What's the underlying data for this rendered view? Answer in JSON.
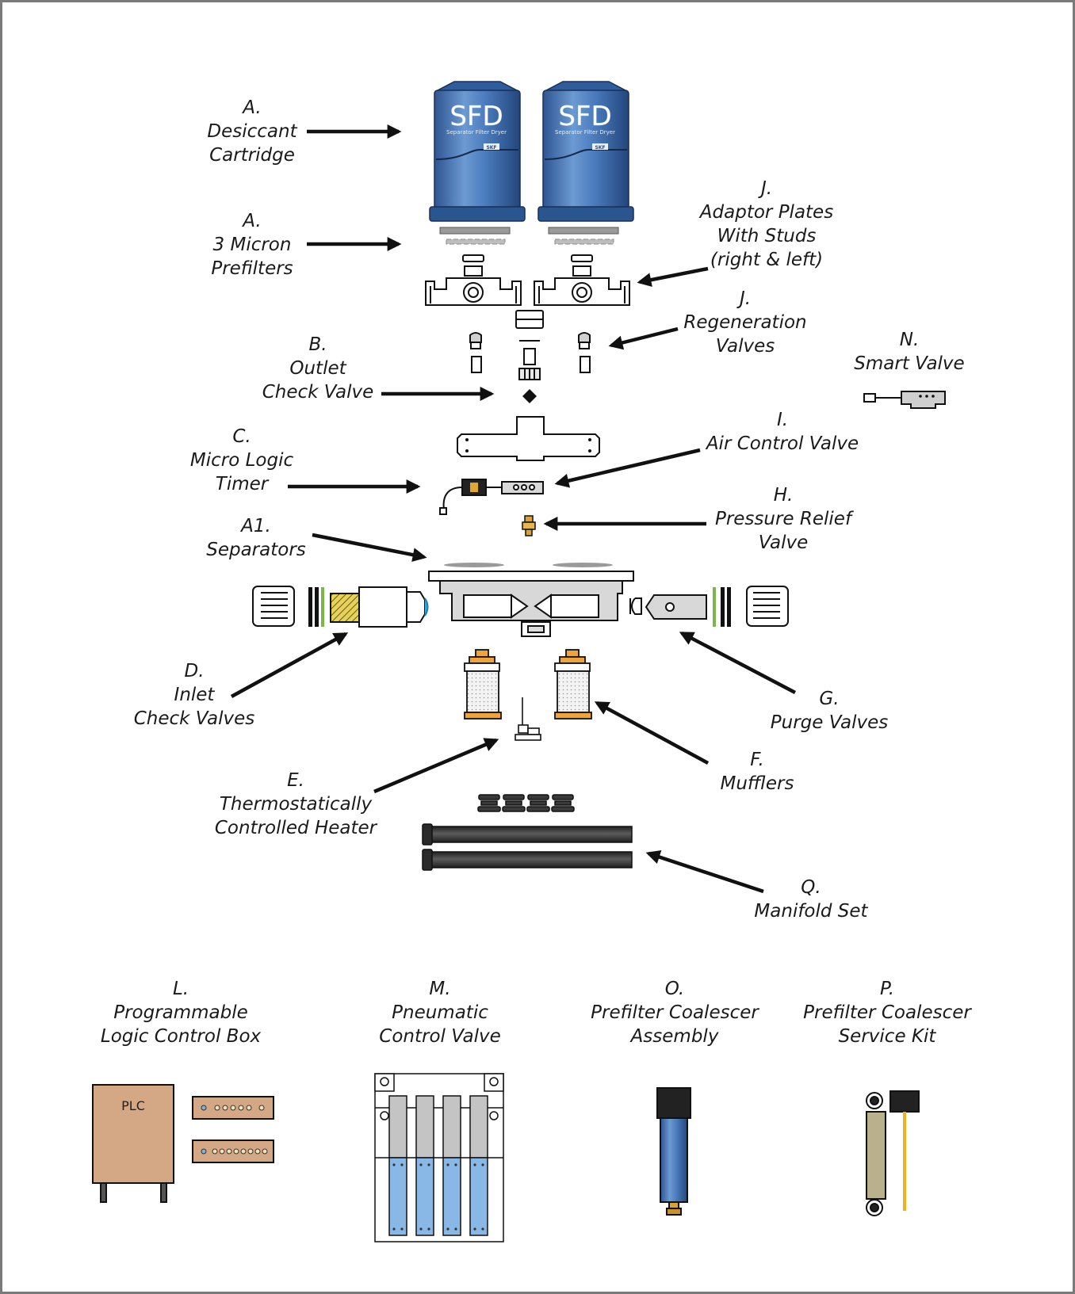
{
  "labels": {
    "A_desiccant": [
      "A.",
      "Desiccant",
      "Cartridge"
    ],
    "A_prefilters": [
      "A.",
      "3 Micron",
      "Prefilters"
    ],
    "J_adaptor": [
      "J.",
      "Adaptor Plates",
      "With Studs",
      "(right & left)"
    ],
    "J_regen": [
      "J.",
      "Regeneration",
      "Valves"
    ],
    "N_smart": [
      "N.",
      "Smart Valve"
    ],
    "B_outlet": [
      "B.",
      "Outlet",
      "Check Valve"
    ],
    "C_timer": [
      "C.",
      "Micro Logic",
      "Timer"
    ],
    "I_aircontrol": [
      "I.",
      "Air Control Valve"
    ],
    "H_relief": [
      "H.",
      "Pressure Relief",
      "Valve"
    ],
    "A1_separators": [
      "A1.",
      "Separators"
    ],
    "D_inlet": [
      "D.",
      "Inlet",
      "Check Valves"
    ],
    "G_purge": [
      "G.",
      "Purge Valves"
    ],
    "F_mufflers": [
      "F.",
      "Mufflers"
    ],
    "E_heater": [
      "E.",
      "Thermostatically",
      "Controlled Heater"
    ],
    "Q_manifold": [
      "Q.",
      "Manifold Set"
    ],
    "L_plc": [
      "L.",
      "Programmable",
      "Logic Control Box"
    ],
    "M_pneumatic": [
      "M.",
      "Pneumatic",
      "Control Valve"
    ],
    "O_assembly": [
      "O.",
      "Prefilter Coalescer",
      "Assembly"
    ],
    "P_kit": [
      "P.",
      "Prefilter Coalescer",
      "Service Kit"
    ]
  },
  "cartridge": {
    "brand": "SFD",
    "subtitle": "Separator Filter Dryer",
    "badge": "SKF"
  },
  "plc": {
    "text": "PLC"
  },
  "colors": {
    "cartridge_blue": "#3f6fae",
    "muffler_orange": "#f0a33a",
    "plc_tan": "#d4a885",
    "pneumatic_blue": "#8ab8e6",
    "green_ring": "#7ab648",
    "manifold_dark": "#3a3a3a",
    "service_kit_tan": "#b9b08c"
  },
  "icons": [
    "arrow-icon",
    "cartridge-icon",
    "valve-icon",
    "muffler-icon",
    "heater-icon",
    "manifold-pipe-icon",
    "plc-box-icon",
    "filter-housing-icon"
  ]
}
